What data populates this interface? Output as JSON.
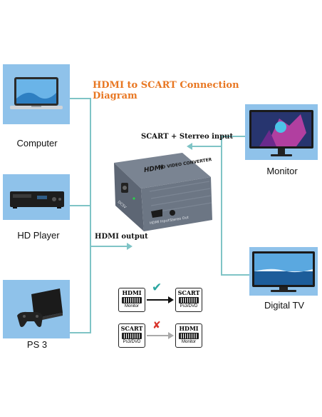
{
  "title": "HDMI to SCART Connection Diagram",
  "sources": [
    {
      "label": "Computer"
    },
    {
      "label": "HD Player"
    },
    {
      "label": "PS 3"
    }
  ],
  "outputs": [
    {
      "label": "Monitor"
    },
    {
      "label": "Digital TV"
    }
  ],
  "arrows": {
    "scart_label": "SCART + Sterreo input",
    "hdmi_label": "HDMI output"
  },
  "converter": {
    "brand": "HDMI",
    "model": "HD VIDEO CONVERTER",
    "port_dc": "DC5V",
    "port_hdmi": "HDMI Input",
    "port_audio": "Stereo Out"
  },
  "legend": {
    "valid": {
      "from_top": "HDMI",
      "from_bottom": "Monitor",
      "to_top": "SCART",
      "to_bottom": "Ps3/DVD",
      "mark": "✔"
    },
    "invalid": {
      "from_top": "SCART",
      "from_bottom": "Ps3/DVD",
      "to_top": "HDMI",
      "to_bottom": "Monitor",
      "mark": "✘"
    }
  },
  "colors": {
    "title": "#e87722",
    "box": "#8fc2ea",
    "line": "#7fc4c6",
    "check": "#2aa6a0",
    "cross": "#d9342b"
  }
}
